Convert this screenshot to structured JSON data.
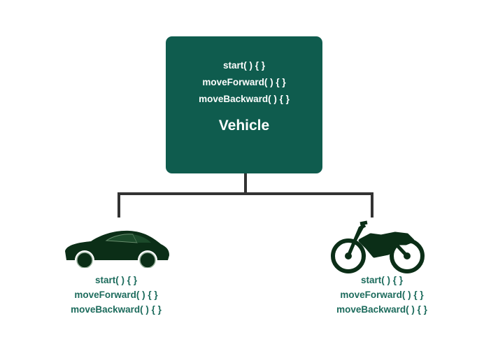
{
  "parent": {
    "methods": [
      "start( ) { }",
      "moveForward( ) { }",
      "moveBackward( ) { }"
    ],
    "name": "Vehicle"
  },
  "children": [
    {
      "icon": "car-icon",
      "methods": [
        "start( ) { }",
        "moveForward( ) { }",
        "moveBackward( ) { }"
      ]
    },
    {
      "icon": "motorcycle-icon",
      "methods": [
        "start( ) { }",
        "moveForward( ) { }",
        "moveBackward( ) { }"
      ]
    }
  ],
  "colors": {
    "box": "#0f5c4e",
    "text": "#1c6b5c",
    "icon": "#0b2e17",
    "connector": "#333333"
  }
}
